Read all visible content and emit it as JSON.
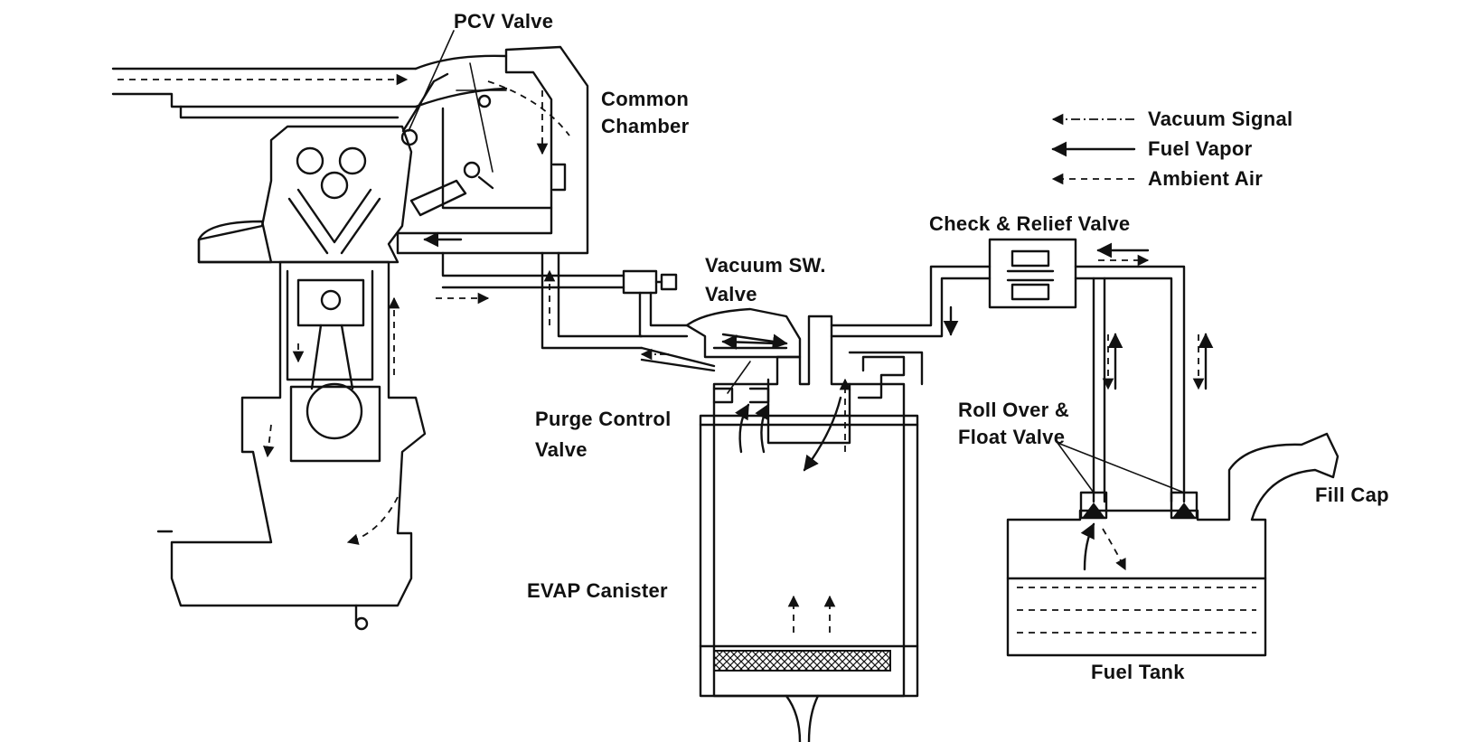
{
  "labels": {
    "pcv_valve": "PCV Valve",
    "common_chamber_1": "Common",
    "common_chamber_2": "Chamber",
    "vacuum_sw_1": "Vacuum SW.",
    "vacuum_sw_2": "Valve",
    "purge_control_1": "Purge Control",
    "purge_control_2": "Valve",
    "evap_canister": "EVAP Canister",
    "check_relief": "Check & Relief Valve",
    "roll_over_1": "Roll Over &",
    "roll_over_2": "Float Valve",
    "fill_cap": "Fill Cap",
    "fuel_tank": "Fuel Tank"
  },
  "legend": {
    "vacuum_signal": "Vacuum Signal",
    "fuel_vapor": "Fuel Vapor",
    "ambient_air": "Ambient Air"
  }
}
